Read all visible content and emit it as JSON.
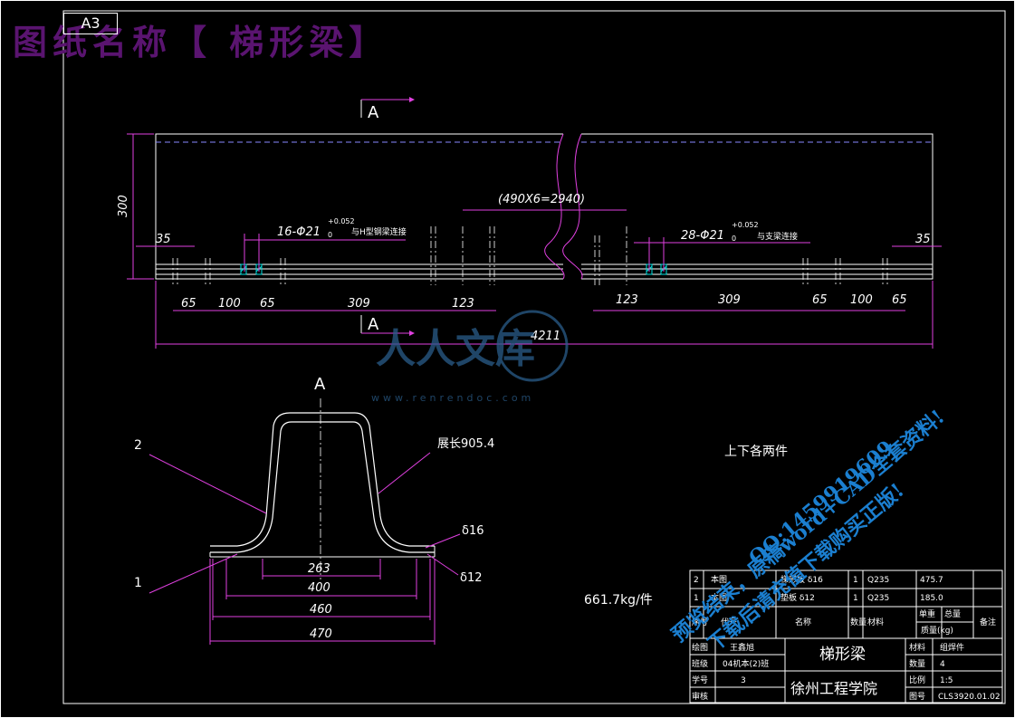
{
  "header": {
    "paper_size": "A3",
    "drawing_title": "图纸名称【 梯形梁】"
  },
  "main_view": {
    "section_marks": [
      "A",
      "A"
    ],
    "height_dim": "300",
    "spacing_note": "(490X6=2940)",
    "left_hole_note": "16-Φ21",
    "left_hole_tol": "+0.052",
    "left_hole_tol_low": "0",
    "left_hole_desc": "与H型钢梁连接",
    "right_hole_note": "28-Φ21",
    "right_hole_tol": "+0.052",
    "right_hole_tol_low": "0",
    "right_hole_desc": "与支梁连接",
    "dim_left_35": "35",
    "dim_right_35": "35",
    "bottom_dims_left": [
      "65",
      "100",
      "65",
      "309",
      "123"
    ],
    "bottom_dims_right": [
      "123",
      "309",
      "65",
      "100",
      "65"
    ],
    "overall_length": "4211"
  },
  "section_view": {
    "label": "A",
    "part_2": "2",
    "part_1": "1",
    "developed_length": "展长905.4",
    "thickness_16": "δ16",
    "thickness_12": "δ12",
    "dims": [
      "263",
      "400",
      "460",
      "470"
    ]
  },
  "notes": {
    "both_sides": "上下各两件",
    "weight": "661.7kg/件"
  },
  "watermark": {
    "logo_text": "人人文库",
    "url": "www.renrendoc.com",
    "diag_line1": "预览结束，原稿word+CAD全套资料!",
    "diag_line2": "QQ:1459919609",
    "diag_line3": "下载后请充值下载购买正版!"
  },
  "bom": {
    "rows": [
      {
        "no": "2",
        "drawing": "本图",
        "name": "梯形板 δ16",
        "qty": "1",
        "material": "Q235",
        "unit_weight": "475.7",
        "total_weight": "",
        "remark": ""
      },
      {
        "no": "1",
        "drawing": "本图",
        "name": "垫板 δ12",
        "qty": "1",
        "material": "Q235",
        "unit_weight": "185.0",
        "total_weight": "",
        "remark": ""
      }
    ],
    "headers": {
      "no": "序号",
      "code": "代号",
      "name": "名称",
      "qty": "数量",
      "material": "材料",
      "unit": "单重",
      "total": "总量",
      "weight": "质量(kg)",
      "remark": "备注"
    }
  },
  "title_block": {
    "drawn_label": "绘图",
    "drawn_value": "王鑫旭",
    "class_label": "班级",
    "class_value": "04机本(2)班",
    "student_no_label": "学号",
    "student_no_value": "3",
    "check_label": "审核",
    "part_name": "梯形梁",
    "school": "徐州工程学院",
    "material_label": "材料",
    "material_value": "组焊件",
    "qty_label": "数量",
    "qty_value": "4",
    "scale_label": "比例",
    "scale_value": "1:5",
    "drawing_no_label": "图号",
    "drawing_no_value": "CLS3920.01.02"
  }
}
